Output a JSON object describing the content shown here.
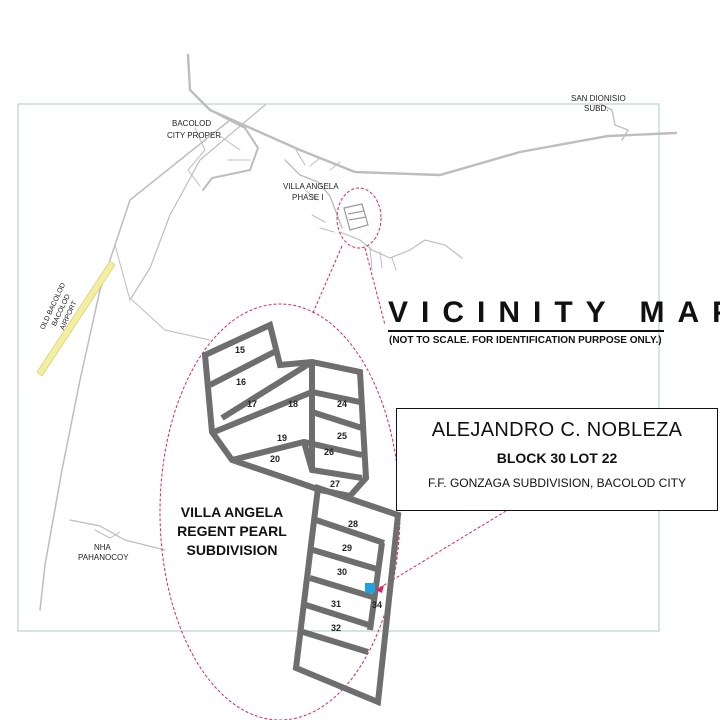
{
  "title": "VICINITY MAP",
  "subtitle": "(NOT TO SCALE. FOR IDENTIFICATION PURPOSE ONLY.)",
  "owner": {
    "name": "ALEJANDRO C. NOBLEZA",
    "lot": "BLOCK 30 LOT 22",
    "address": "F.F. GONZAGA SUBDIVISION, BACOLOD CITY"
  },
  "subdivision": {
    "line1": "VILLA ANGELA",
    "line2": "REGENT PEARL",
    "line3": "SUBDIVISION"
  },
  "places": {
    "bacolod_1": "BACOLOD",
    "bacolod_2": "CITY PROPER",
    "villa_1": "VILLA ANGELA",
    "villa_2": "PHASE I",
    "sandionisio_1": "SAN DIONISIO",
    "sandionisio_2": "SUBD.",
    "airport_1": "OLD BACOLOD",
    "airport_2": "BACOLOD",
    "airport_3": "AIRPORT",
    "nha_1": "NHA",
    "nha_2": "PAHANOCOY"
  },
  "blocks": {
    "b15": "15",
    "b16": "16",
    "b17": "17",
    "b18": "18",
    "b19": "19",
    "b20": "20",
    "b24": "24",
    "b25": "25",
    "b26": "26",
    "b27": "27",
    "b28": "28",
    "b29": "29",
    "b30": "30",
    "b31": "31",
    "b32": "32",
    "b34": "34"
  },
  "colors": {
    "road": "#bdbdbd",
    "block_outline": "#6e6e6e",
    "frame": "#b9d3d3",
    "callout": "#e0245e",
    "lot_marker": "#1fa3e0",
    "airstrip": "#f2f0a0"
  }
}
